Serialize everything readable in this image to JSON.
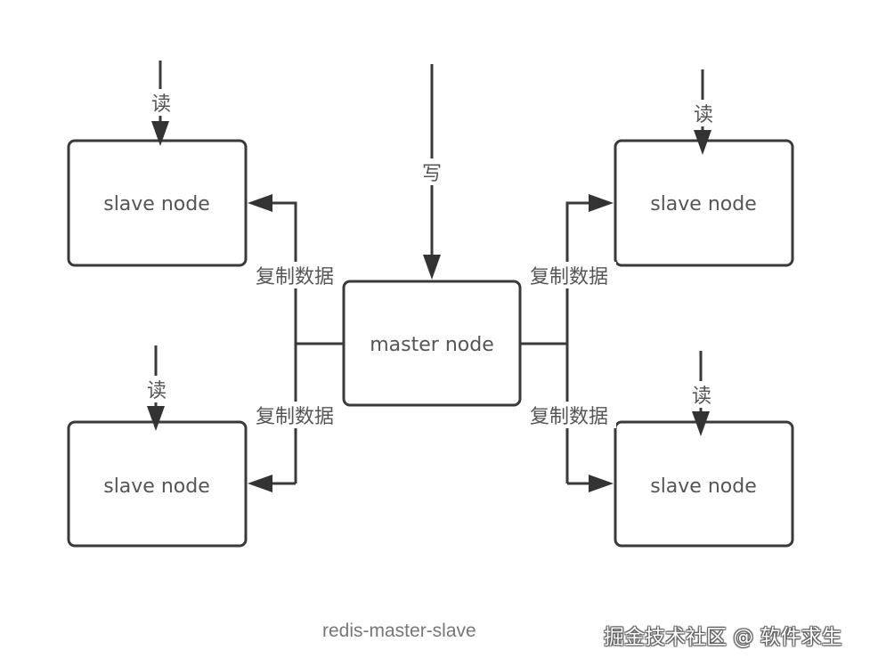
{
  "diagram": {
    "title": "redis-master-slave",
    "nodes": {
      "master": {
        "label": "master node"
      },
      "slave_top_left": {
        "label": "slave node"
      },
      "slave_bottom_left": {
        "label": "slave node"
      },
      "slave_top_right": {
        "label": "slave node"
      },
      "slave_bottom_right": {
        "label": "slave node"
      }
    },
    "edges": {
      "write": {
        "label": "写",
        "meaning": "write",
        "target": "master"
      },
      "read_top_left": {
        "label": "读",
        "target": "slave_top_left"
      },
      "read_bottom_left": {
        "label": "读",
        "target": "slave_bottom_left"
      },
      "read_top_right": {
        "label": "读",
        "target": "slave_top_right"
      },
      "read_bottom_right": {
        "label": "读",
        "target": "slave_bottom_right"
      },
      "replicate_top_left": {
        "label": "复制数据",
        "from": "master",
        "to": "slave_top_left"
      },
      "replicate_bottom_left": {
        "label": "复制数据",
        "from": "master",
        "to": "slave_bottom_left"
      },
      "replicate_top_right": {
        "label": "复制数据",
        "from": "master",
        "to": "slave_top_right"
      },
      "replicate_bottom_right": {
        "label": "复制数据",
        "from": "master",
        "to": "slave_bottom_right"
      }
    }
  },
  "caption": "redis-master-slave",
  "watermark": "掘金技术社区 @ 软件求生"
}
